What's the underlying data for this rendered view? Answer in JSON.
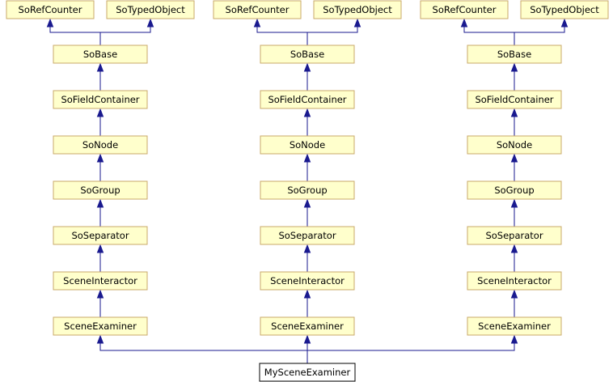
{
  "diagram": {
    "columns": [
      {
        "roots": [
          "SoRefCounter",
          "SoTypedObject"
        ],
        "chain": [
          "SoBase",
          "SoFieldContainer",
          "SoNode",
          "SoGroup",
          "SoSeparator",
          "SceneInteractor",
          "SceneExaminer"
        ]
      },
      {
        "roots": [
          "SoRefCounter",
          "SoTypedObject"
        ],
        "chain": [
          "SoBase",
          "SoFieldContainer",
          "SoNode",
          "SoGroup",
          "SoSeparator",
          "SceneInteractor",
          "SceneExaminer"
        ]
      },
      {
        "roots": [
          "SoRefCounter",
          "SoTypedObject"
        ],
        "chain": [
          "SoBase",
          "SoFieldContainer",
          "SoNode",
          "SoGroup",
          "SoSeparator",
          "SceneInteractor",
          "SceneExaminer"
        ]
      }
    ],
    "leaf": "MySceneExaminer",
    "colors": {
      "node_fill": "#ffffcc",
      "node_border": "#c9a96a",
      "edge": "#1a1a8f",
      "leaf_fill": "#ffffff",
      "leaf_border": "#000000"
    }
  }
}
